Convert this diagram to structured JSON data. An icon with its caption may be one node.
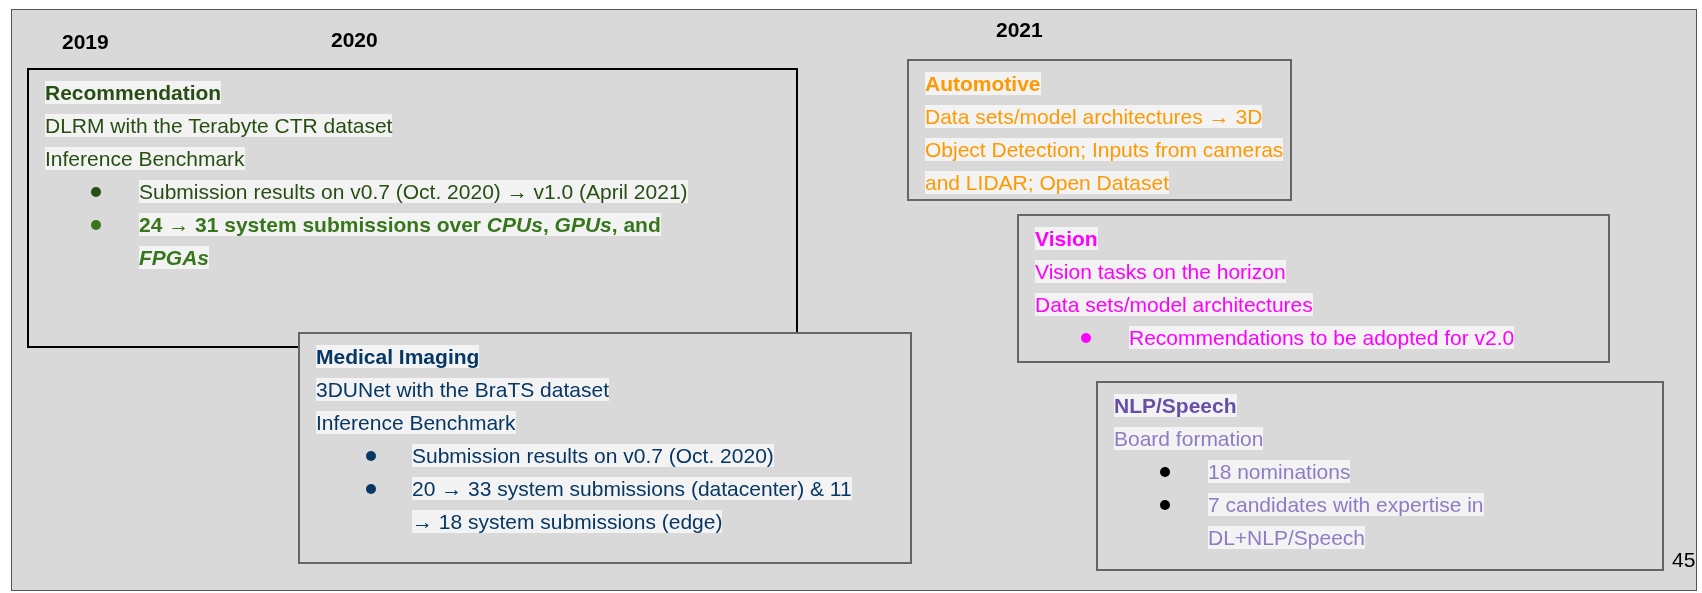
{
  "diagram": {
    "nodes": [
      {
        "text": [
          "Recommendation",
          "DLRM with the Terabyte CTR dataset",
          "Inference Benchmark",
          "Submission results on v0.7 (Oct. 2020) → v1.0 (April 2021)",
          "24 → 31 system submissions over *CPUs*, *GPUs*, and *FPGAs*"
        ]
      },
      {
        "text": [
          "Medical Imaging",
          "3DUNet with the BraTS dataset",
          "Inference Benchmark",
          "Submission results on v0.7 (Oct. 2020)",
          "20 → 33 system submissions (datacenter) & 11 → 18 system submissions (edge)"
        ]
      },
      {
        "text": [
          "Automotive",
          "Data sets/model architectures → 3D Object Detection; Inputs from cameras and LIDAR; Open Dataset"
        ]
      },
      {
        "text": [
          "Vision",
          "Vision tasks on the horizon",
          "Data sets/model architectures",
          "Recommendations to be adopted for v2.0"
        ]
      },
      {
        "text": [
          "NLP/Speech",
          "Board formation",
          "18 nominations",
          "7 candidates with expertise in DL+NLP/Speech"
        ]
      }
    ],
    "labels": [
      "2019",
      "2020",
      "2021",
      "45"
    ]
  }
}
